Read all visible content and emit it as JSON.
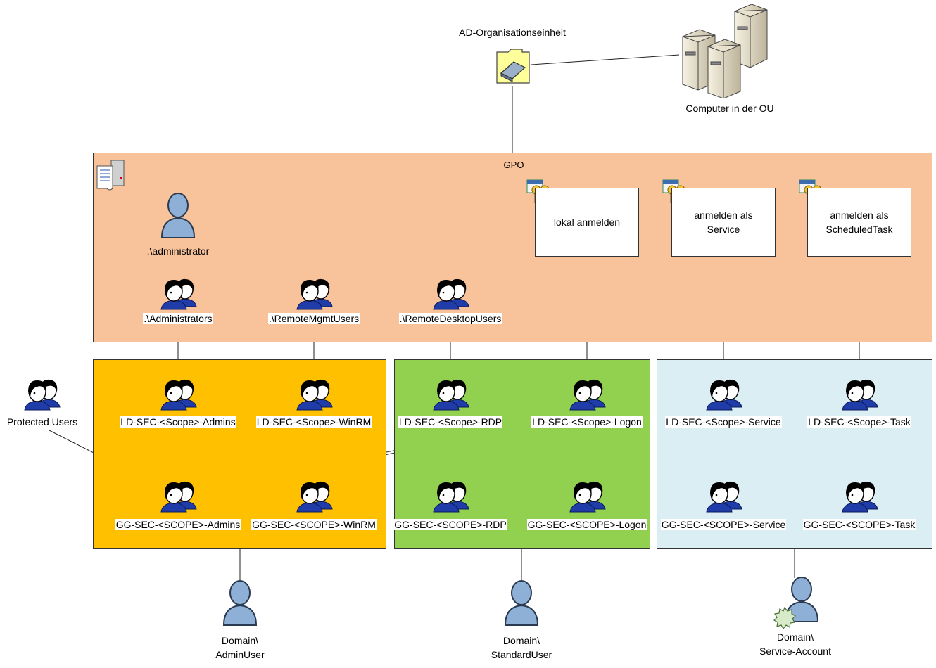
{
  "top": {
    "ou_label": "AD-Organisationseinheit",
    "computers_label": "Computer in der OU"
  },
  "gpo": {
    "title": "GPO",
    "admin_user": ".\\administrator",
    "local_groups": [
      ".\\Administrators",
      ".\\RemoteMgmtUsers",
      ".\\RemoteDesktopUsers"
    ],
    "rights": [
      {
        "line1": "lokal anmelden",
        "line2": ""
      },
      {
        "line1": "anmelden als",
        "line2": "Service"
      },
      {
        "line1": "anmelden als",
        "line2": "ScheduledTask"
      }
    ]
  },
  "protected_users": "Protected Users",
  "admin_zone": {
    "color": "#FFC000",
    "ld": [
      "LD-SEC-<Scope>-Admins",
      "LD-SEC-<Scope>-WinRM"
    ],
    "gg": [
      "GG-SEC-<SCOPE>-Admins",
      "GG-SEC-<SCOPE>-WinRM"
    ],
    "user_line1": "Domain\\",
    "user_line2": "AdminUser"
  },
  "standard_zone": {
    "color": "#92D050",
    "ld": [
      "LD-SEC-<Scope>-RDP",
      "LD-SEC-<Scope>-Logon"
    ],
    "gg": [
      "GG-SEC-<SCOPE>-RDP",
      "GG-SEC-<SCOPE>-Logon"
    ],
    "user_line1": "Domain\\",
    "user_line2": "StandardUser"
  },
  "service_zone": {
    "color": "#DAEEF3",
    "ld": [
      "LD-SEC-<Scope>-Service",
      "LD-SEC-<Scope>-Task"
    ],
    "gg": [
      "GG-SEC-<SCOPE>-Service",
      "GG-SEC-<SCOPE>-Task"
    ],
    "user_line1": "Domain\\",
    "user_line2": "Service-Account"
  },
  "colors": {
    "gpo_fill": "#F8C39B",
    "ou_folder": "#FFFF99",
    "user_icon": "#8EB0D6"
  },
  "icons": [
    "ou-folder-icon",
    "server-icon",
    "gpo-icon",
    "user-icon",
    "group-icon",
    "key-permission-icon",
    "service-gear-icon"
  ]
}
